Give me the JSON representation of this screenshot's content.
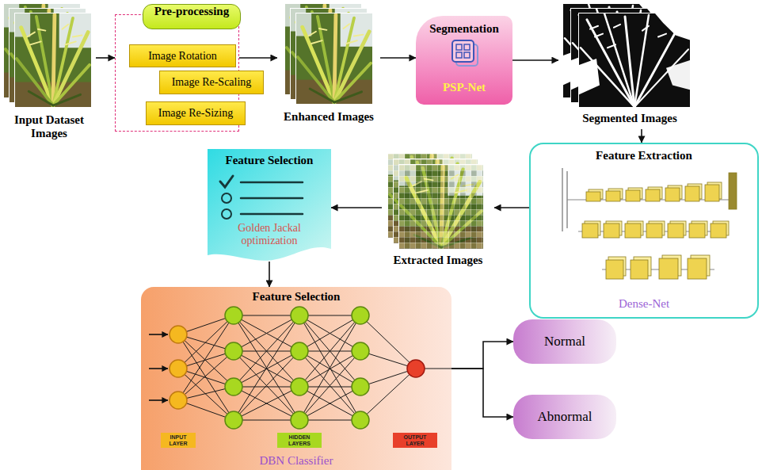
{
  "diagram": {
    "nodes": [
      {
        "text": [
          "Input Dataset Images"
        ]
      },
      {
        "text": [
          "Pre-processing"
        ]
      },
      {
        "text": [
          "Image Rotation"
        ],
        "in": 1
      },
      {
        "text": [
          "Image Re-Scaling"
        ],
        "in": 1
      },
      {
        "text": [
          "Image Re-Sizing"
        ],
        "in": 1
      },
      {
        "text": [
          "Enhanced Images"
        ]
      },
      {
        "text": [
          "Segmentation",
          "PSP-Net"
        ]
      },
      {
        "text": [
          "Segmented Images"
        ]
      },
      {
        "text": [
          "Feature Extraction",
          "Dense-Net"
        ]
      },
      {
        "text": [
          "Extracted Images"
        ]
      },
      {
        "text": [
          "Feature Selection",
          "Golden Jackal optimization"
        ]
      },
      {
        "text": [
          "Feature Selection",
          "DBN Classifier"
        ]
      },
      {
        "text": [
          "Normal"
        ]
      },
      {
        "text": [
          "Abnormal"
        ]
      }
    ],
    "edges": [
      {
        "from": 0,
        "to": 1,
        "arrow": "to"
      },
      {
        "from": 1,
        "to": 5,
        "arrow": "to"
      },
      {
        "from": 5,
        "to": 6,
        "arrow": "to"
      },
      {
        "from": 6,
        "to": 7,
        "arrow": "to"
      },
      {
        "from": 7,
        "to": 8,
        "arrow": "to"
      },
      {
        "from": 8,
        "to": 9,
        "arrow": "to"
      },
      {
        "from": 9,
        "to": 10,
        "arrow": "to"
      },
      {
        "from": 10,
        "to": 11,
        "arrow": "to"
      },
      {
        "from": 11,
        "to": 12,
        "arrow": "to"
      },
      {
        "from": 11,
        "to": 13,
        "arrow": "to"
      }
    ],
    "labels": [
      "INPUT LAYER",
      "HIDDEN LAYERS",
      "OUTPUT LAYER"
    ]
  }
}
